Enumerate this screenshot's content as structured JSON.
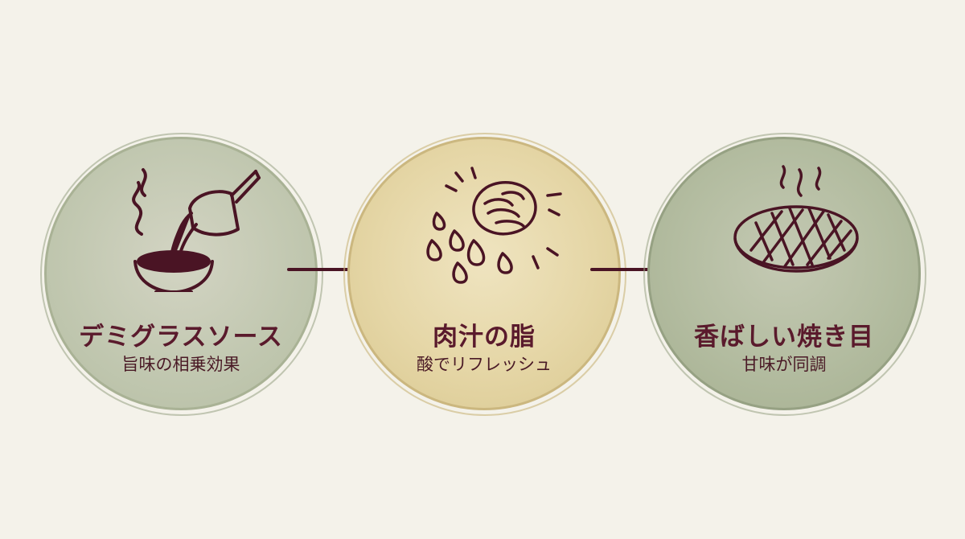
{
  "steps": [
    {
      "title": "デミグラスソース",
      "subtitle": "旨味の相乗効果",
      "icon": "sauce-pouring-icon"
    },
    {
      "title": "肉汁の脂",
      "subtitle": "酸でリフレッシュ",
      "icon": "meat-juice-icon"
    },
    {
      "title": "香ばしい焼き目",
      "subtitle": "甘味が同調",
      "icon": "grilled-patty-icon"
    }
  ],
  "colors": {
    "background": "#f4f2ea",
    "ink": "#5a1a2c",
    "circle_1": "#c2c8b1",
    "circle_2": "#e5d6a6",
    "circle_3": "#b3bca0"
  }
}
